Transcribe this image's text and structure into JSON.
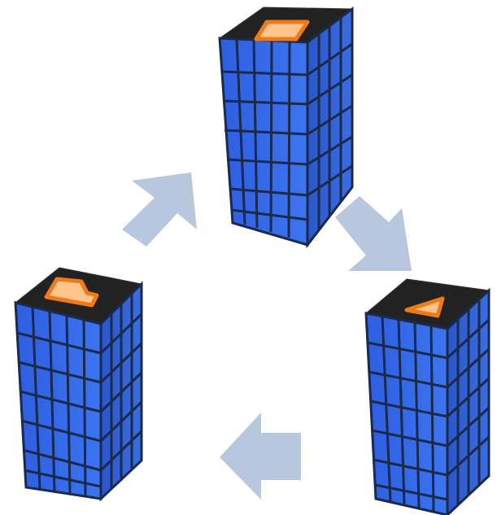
{
  "colors": {
    "background": "#ffffff",
    "window_blue": "#2f63e6",
    "window_blue_light": "#3f7cf5",
    "frame": "#1b2a4a",
    "roof": "#222222",
    "roof_badge": "#f07a18",
    "roof_badge_light": "#ffc48c",
    "arrow": "#b8c6de"
  },
  "buildings": [
    {
      "name": "building-top",
      "roof_icon": "trapezoid-icon"
    },
    {
      "name": "building-left",
      "roof_icon": "house-outline-icon"
    },
    {
      "name": "building-right",
      "roof_icon": "triangle-icon"
    }
  ],
  "arrows": [
    {
      "name": "arrow-up-right-icon",
      "direction": "up-right"
    },
    {
      "name": "arrow-down-right-icon",
      "direction": "down-right"
    },
    {
      "name": "arrow-left-icon",
      "direction": "left"
    }
  ]
}
